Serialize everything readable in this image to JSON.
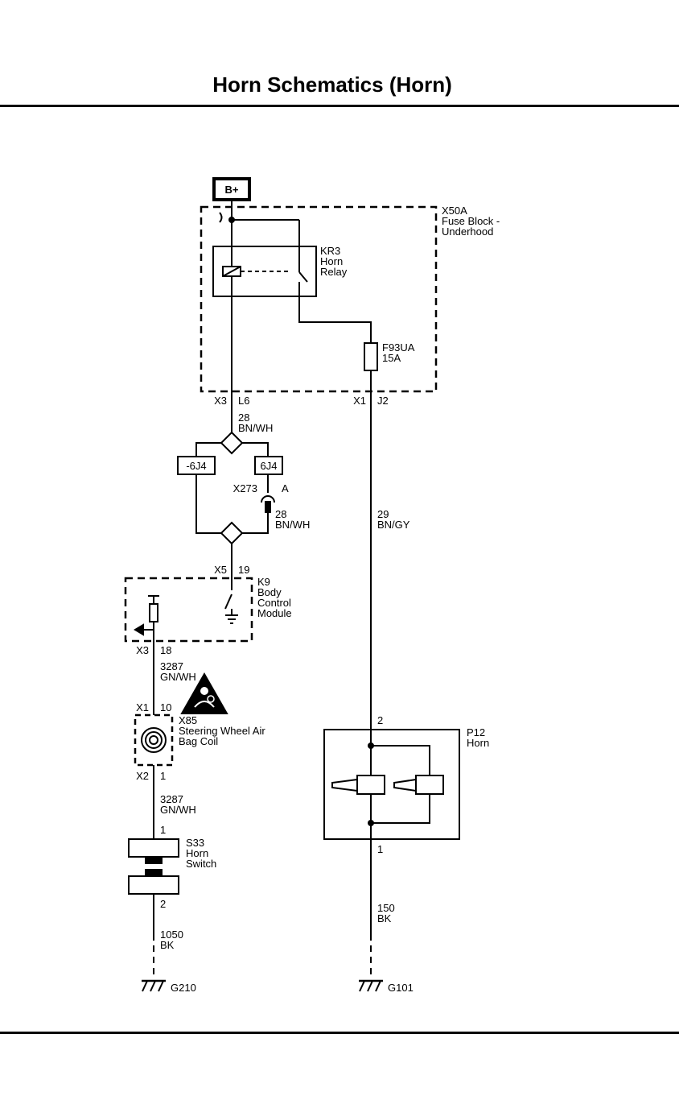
{
  "title": "Horn Schematics (Horn)",
  "power": {
    "label": "B+"
  },
  "fuse_block": {
    "id": "X50A",
    "name_line1": "Fuse Block -",
    "name_line2": "Underhood"
  },
  "relay": {
    "id": "KR3",
    "name_line1": "Horn",
    "name_line2": "Relay"
  },
  "fuse": {
    "id": "F93UA",
    "rating": "15A"
  },
  "connectors": {
    "x3_l6": {
      "conn": "X3",
      "pin": "L6"
    },
    "x1_j2": {
      "conn": "X1",
      "pin": "J2"
    },
    "x273": {
      "conn": "X273",
      "pin": "A"
    },
    "x5_19": {
      "conn": "X5",
      "pin": "19"
    },
    "x3_18": {
      "conn": "X3",
      "pin": "18"
    },
    "x1_10": {
      "conn": "X1",
      "pin": "10"
    },
    "x2_1": {
      "conn": "X2",
      "pin": "1"
    }
  },
  "wires": {
    "w28_top": {
      "circuit": "28",
      "color": "BN/WH"
    },
    "w28_mid": {
      "circuit": "28",
      "color": "BN/WH"
    },
    "w29": {
      "circuit": "29",
      "color": "BN/GY"
    },
    "w3287_a": {
      "circuit": "3287",
      "color": "GN/WH"
    },
    "w3287_b": {
      "circuit": "3287",
      "color": "GN/WH"
    },
    "w1050": {
      "circuit": "1050",
      "color": "BK"
    },
    "w150": {
      "circuit": "150",
      "color": "BK"
    }
  },
  "splices": {
    "left": "-6J4",
    "right": "6J4"
  },
  "bcm": {
    "id": "K9",
    "name_line1": "Body",
    "name_line2": "Control",
    "name_line3": "Module"
  },
  "coil": {
    "id": "X85",
    "name_line1": "Steering Wheel Air",
    "name_line2": "Bag Coil"
  },
  "horn_switch": {
    "id": "S33",
    "name_line1": "Horn",
    "name_line2": "Switch",
    "pin_top": "1",
    "pin_bottom": "2"
  },
  "horn": {
    "id": "P12",
    "name": "Horn",
    "pin_top": "2",
    "pin_bottom": "1"
  },
  "grounds": {
    "left": "G210",
    "right": "G101"
  }
}
